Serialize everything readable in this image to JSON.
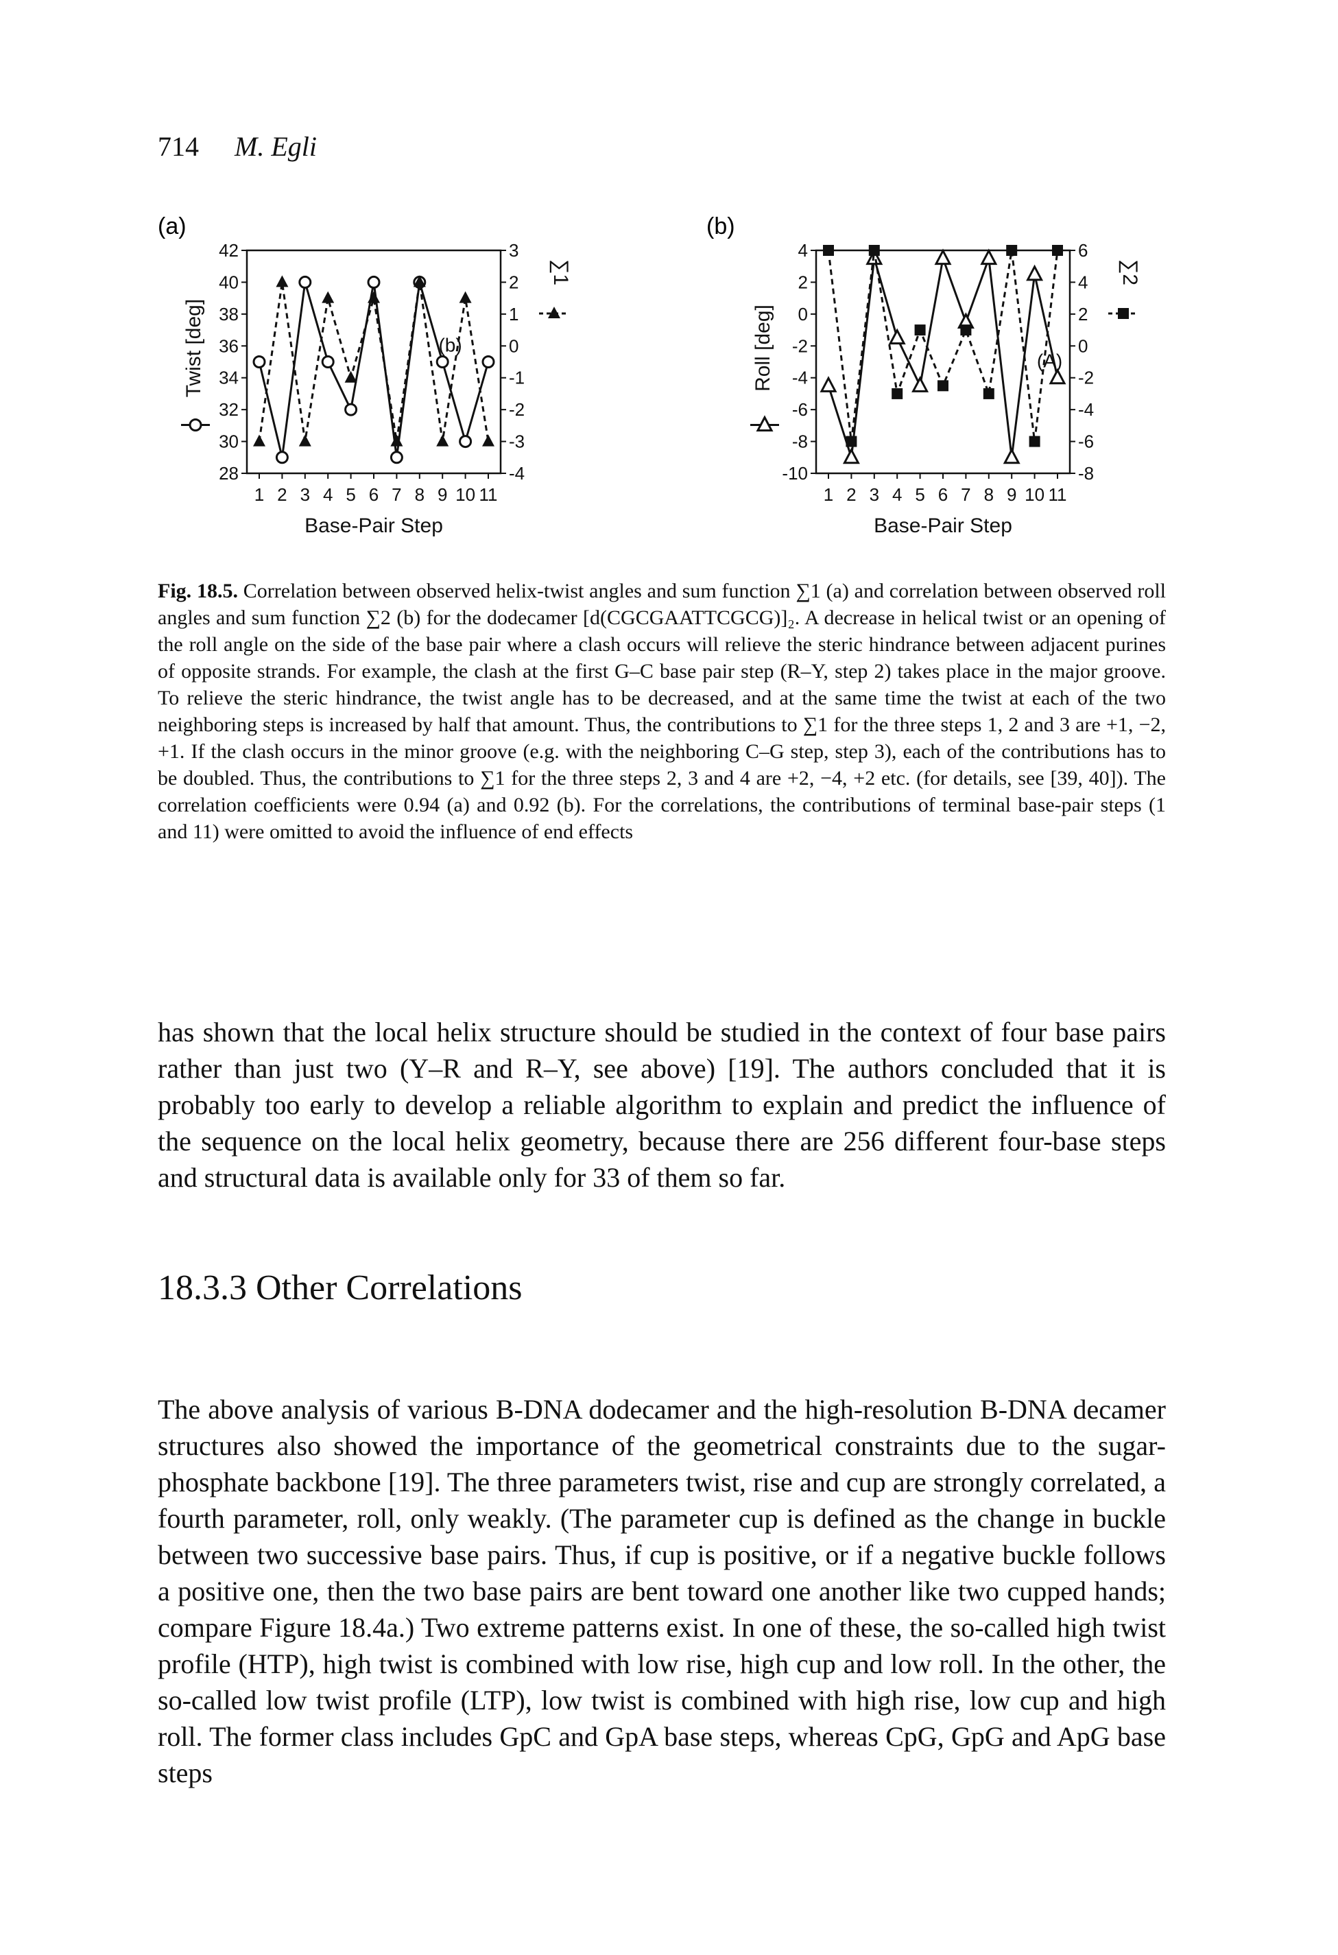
{
  "header": {
    "page_number": "714",
    "author": "M. Egli"
  },
  "figure": {
    "panel_a_label": "(a)",
    "panel_b_label": "(b)",
    "panel_a_side_note": "(b)",
    "panel_b_side_note": "(A)",
    "caption_label": "Fig. 18.5.",
    "caption_text": "Correlation between observed helix-twist angles and sum function ∑1 (a) and correlation between observed roll angles and sum function ∑2 (b) for the dodecamer [d(CGCGAATTCGCG)]₂. A decrease in helical twist or an opening of the roll angle on the side of the base pair where a clash occurs will relieve the steric hindrance between adjacent purines of opposite strands. For example, the clash at the first G–C base pair step (R–Y, step 2) takes place in the major groove. To relieve the steric hindrance, the twist angle has to be decreased, and at the same time the twist at each of the two neighboring steps is increased by half that amount. Thus, the contributions to ∑1 for the three steps 1, 2 and 3 are +1, −2, +1. If the clash occurs in the minor groove (e.g. with the neighboring C–G step, step 3), each of the contributions has to be doubled. Thus, the contributions to ∑1 for the three steps 2, 3 and 4 are +2, −4, +2 etc. (for details, see [39, 40]). The correlation coefficients were 0.94 (a) and 0.92 (b). For the correlations, the contributions of terminal base-pair steps (1 and 11) were omitted to avoid the influence of end effects"
  },
  "chart_data": [
    {
      "type": "line",
      "panel": "a",
      "xlabel": "Base-Pair Step",
      "ylabel_left": "Twist [deg]",
      "ylabel_right": "∑1",
      "x": [
        1,
        2,
        3,
        4,
        5,
        6,
        7,
        8,
        9,
        10,
        11
      ],
      "x_tick_labels": [
        "1",
        "2",
        "3",
        "4",
        "5",
        "6",
        "7",
        "8",
        "9",
        "10",
        "11"
      ],
      "ylim_left": [
        28,
        42
      ],
      "yticks_left": [
        "42",
        "40",
        "38",
        "36",
        "34",
        "32",
        "30",
        "28"
      ],
      "ylim_right": [
        -4,
        3
      ],
      "yticks_right": [
        "3",
        "2",
        "1",
        "0",
        "-1",
        "-2",
        "-3",
        "-4"
      ],
      "series": [
        {
          "axis": "left",
          "style": "solid",
          "marker": "open-circle",
          "values": [
            35,
            29,
            40,
            35,
            32,
            40,
            29,
            40,
            35,
            30,
            35
          ]
        },
        {
          "axis": "right",
          "style": "dashed",
          "marker": "filled-triangle",
          "values": [
            -3,
            2,
            -3,
            1.5,
            -1,
            1.5,
            -3,
            2,
            -3,
            1.5,
            -3
          ]
        }
      ]
    },
    {
      "type": "line",
      "panel": "b",
      "xlabel": "Base-Pair Step",
      "ylabel_left": "Roll [deg]",
      "ylabel_right": "∑2",
      "x": [
        1,
        2,
        3,
        4,
        5,
        6,
        7,
        8,
        9,
        10,
        11
      ],
      "x_tick_labels": [
        "1",
        "2",
        "3",
        "4",
        "5",
        "6",
        "7",
        "8",
        "9",
        "10",
        "11"
      ],
      "ylim_left": [
        -10,
        4
      ],
      "yticks_left": [
        "4",
        "2",
        "0",
        "-2",
        "-4",
        "-6",
        "-8",
        "-10"
      ],
      "ylim_right": [
        -8,
        6
      ],
      "yticks_right": [
        "6",
        "4",
        "2",
        "0",
        "-2",
        "-4",
        "-6",
        "-8"
      ],
      "series": [
        {
          "axis": "left",
          "style": "solid",
          "marker": "open-triangle",
          "values": [
            -4.5,
            -9,
            3.5,
            -1.5,
            -4.5,
            3.5,
            -0.5,
            3.5,
            -9,
            2.5,
            -4
          ]
        },
        {
          "axis": "right",
          "style": "dashed",
          "marker": "filled-square",
          "values": [
            6,
            -6,
            6,
            -3,
            1,
            -2.5,
            1,
            -3,
            6,
            -6,
            6
          ]
        }
      ]
    }
  ],
  "paragraph_1": "has shown that the local helix structure should be studied in the context of four base pairs rather than just two (Y–R and R–Y, see above) [19]. The authors concluded that it is probably too early to develop a reliable algorithm to explain and predict the influence of the sequence on the local helix geometry, because there are 256 different four-base steps and structural data is available only for 33 of them so far.",
  "section_heading": "18.3.3 Other Correlations",
  "paragraph_2": "The above analysis of various B-DNA dodecamer and the high-resolution B-DNA decamer structures also showed the importance of the geometrical constraints due to the sugar-phosphate backbone [19]. The three parameters twist, rise and cup are strongly correlated, a fourth parameter, roll, only weakly. (The parameter cup is defined as the change in buckle between two successive base pairs. Thus, if cup is positive, or if a negative buckle follows a positive one, then the two base pairs are bent toward one another like two cupped hands; compare Figure 18.4a.) Two extreme patterns exist. In one of these, the so-called high twist profile (HTP), high twist is combined with low rise, high cup and low roll. In the other, the so-called low twist profile (LTP), low twist is combined with high rise, low cup and high roll. The former class includes GpC and GpA base steps, whereas CpG, GpG and ApG base steps"
}
